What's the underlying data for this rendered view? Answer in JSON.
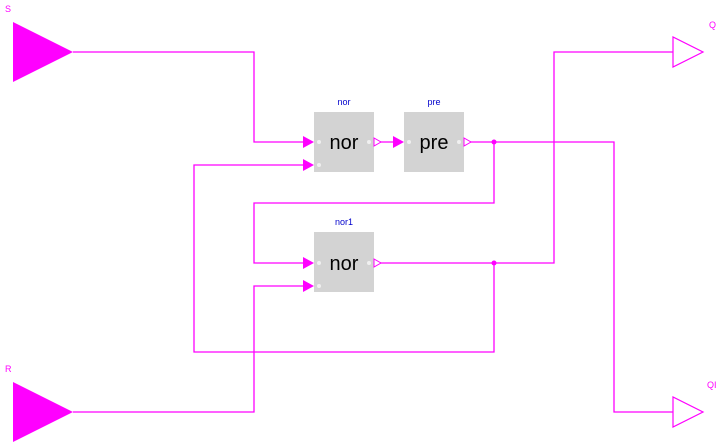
{
  "colors": {
    "wire": "#ff00ff",
    "block_fill": "#d3d3d3",
    "block_name": "#0000cc",
    "port_label": "#ff00ff",
    "block_text": "#000000",
    "pin_dot": "#f0f0f0"
  },
  "inputs": {
    "s_label": "S",
    "r_label": "R"
  },
  "outputs": {
    "q_label": "Q",
    "qi_label": "QI"
  },
  "blocks": {
    "nor": {
      "name": "nor",
      "text": "nor"
    },
    "pre": {
      "name": "pre",
      "text": "pre"
    },
    "nor1": {
      "name": "nor1",
      "text": "nor"
    }
  }
}
